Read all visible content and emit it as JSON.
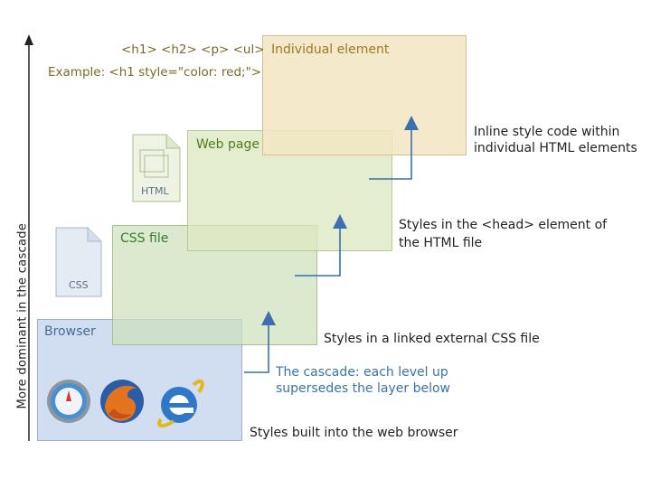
{
  "axis": {
    "label": "More dominant in the cascade"
  },
  "layers": {
    "browser": {
      "title": "Browser",
      "description": "Styles built into the web browser",
      "color": "#c9d8ef"
    },
    "css_file": {
      "title": "CSS file",
      "description": "Styles in a linked external CSS file",
      "color": "#dbe8c8"
    },
    "web_page": {
      "title": "Web page",
      "description_line1": "Styles in the <head> element of",
      "description_line2": "the HTML file",
      "color": "#e2ecc6"
    },
    "individual": {
      "title": "Individual element",
      "description_line1": "Inline style code within",
      "description_line2": "individual HTML elements",
      "color": "#f2e5c2"
    }
  },
  "code": {
    "tags": "<h1> <h2> <p> <ul>",
    "example": "Example: <h1 style=\"color: red;\">"
  },
  "files": {
    "html": "HTML",
    "css": "CSS"
  },
  "cascade_note": {
    "line1": "The cascade: each level up",
    "line2": "supersedes the layer below"
  },
  "browser_icons": [
    "safari-icon",
    "firefox-icon",
    "internet-explorer-icon"
  ]
}
